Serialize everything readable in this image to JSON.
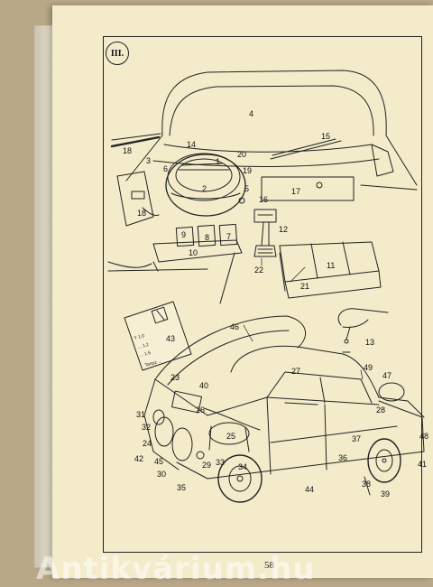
{
  "section": "III.",
  "page_number": "58",
  "watermark": "Antikvárium.hu",
  "card": {
    "lines": [
      "Y 1.0",
      "... 1.2",
      "... 1.5",
      "Tartoz ..."
    ]
  },
  "callouts": {
    "c1": "1",
    "c2": "2",
    "c3": "3",
    "c4": "4",
    "c5": "5",
    "c6": "6",
    "c7": "7",
    "c8": "8",
    "c9": "9",
    "c10": "10",
    "c11": "11",
    "c12": "12",
    "c13": "13",
    "c14": "14",
    "c15": "15",
    "c16": "16",
    "c17": "17",
    "c18a": "18",
    "c18b": "18",
    "c19": "19",
    "c20": "20",
    "c21": "21",
    "c22": "22",
    "c23": "23",
    "c24": "24",
    "c25": "25",
    "c26": "26",
    "c27": "27",
    "c28": "28",
    "c29": "29",
    "c30": "30",
    "c31": "31",
    "c32": "32",
    "c33": "33",
    "c34": "34",
    "c35": "35",
    "c36": "36",
    "c37": "37",
    "c38": "38",
    "c39": "39",
    "c40": "40",
    "c41": "41",
    "c42": "42",
    "c43": "43",
    "c44": "44",
    "c45": "45",
    "c46": "46",
    "c47": "47",
    "c48": "48",
    "c49": "49"
  },
  "colors": {
    "paper": "#f3ebc9",
    "ink": "#222222",
    "background": "#b9a888"
  }
}
